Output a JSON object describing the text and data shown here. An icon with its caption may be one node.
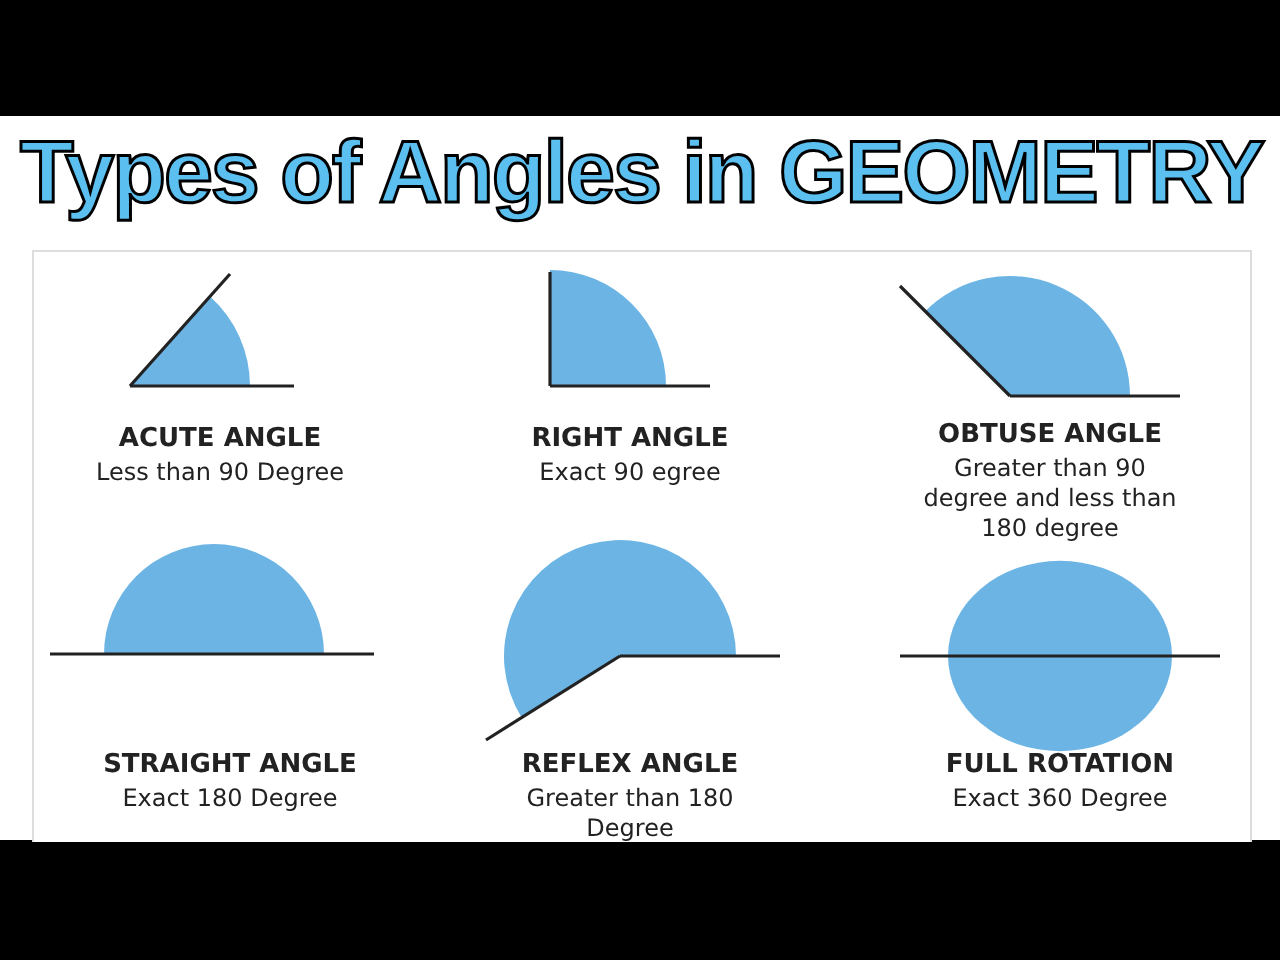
{
  "diagram": {
    "title": "Types of Angles in GEOMETRY",
    "labels": [
      "ACUTE ANGLE",
      "Less than 90 Degree",
      "RIGHT ANGLE",
      "Exact 90 egree",
      "OBTUSE ANGLE",
      "Greater than 90 degree and less than 180 degree",
      "STRAIGHT ANGLE",
      "Exact 180 Degree",
      "REFLEX ANGLE",
      "Greater than 180 Degree",
      "FULL ROTATION",
      "Exact 360 Degree"
    ]
  }
}
